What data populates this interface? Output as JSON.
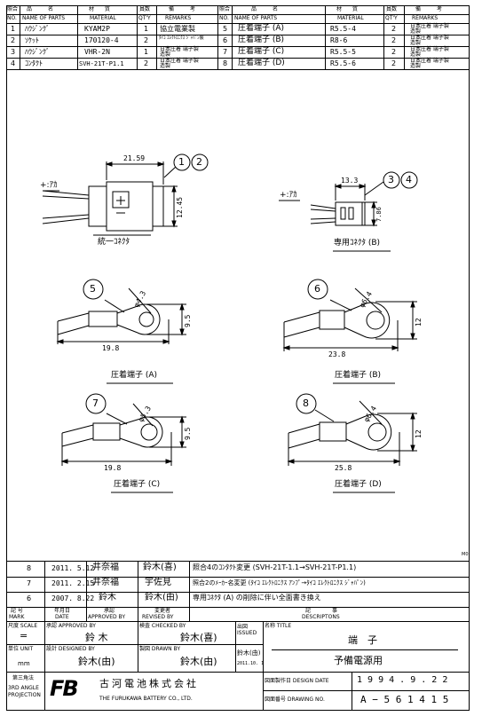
{
  "parts_header": {
    "no": "照合",
    "name": "品　　　名",
    "material": "材　　質",
    "qty": "員数",
    "remarks": "備　　　考",
    "no_en": "NO.",
    "name_en": "NAME OF PARTS",
    "material_en": "MATERIAL",
    "qty_en": "QT'Y",
    "remarks_en": "REMARKS"
  },
  "parts_left": [
    {
      "no": "1",
      "name": "ﾊｳｼﾞﾝｸﾞ",
      "material": "KYAM2P",
      "qty": "1",
      "remarks": "協立電業製"
    },
    {
      "no": "2",
      "name": "ｿｹｯﾄ",
      "material": "170120-4",
      "qty": "2",
      "remarks": "ﾀｲｺ ｴﾚｸﾄﾛﾆｸｽ ｼﾞｬﾊﾟﾝ製"
    },
    {
      "no": "3",
      "name": "ﾊｳｼﾞﾝｸﾞ",
      "material": "VHR-2N",
      "qty": "1",
      "remarks": "日本圧着 端子製造製"
    },
    {
      "no": "4",
      "name": "ｺﾝﾀｸﾄ",
      "material": "SVH-21T-P1.1",
      "qty": "2",
      "remarks": "日本圧着 端子製造製"
    }
  ],
  "parts_right": [
    {
      "no": "5",
      "name": "圧着端子 (A)",
      "material": "R5.5-4",
      "qty": "2",
      "remarks": "日本圧着 端子製造製"
    },
    {
      "no": "6",
      "name": "圧着端子 (B)",
      "material": "R8-6",
      "qty": "2",
      "remarks": "日本圧着 端子製造製"
    },
    {
      "no": "7",
      "name": "圧着端子 (C)",
      "material": "R5.5-5",
      "qty": "2",
      "remarks": "日本圧着 端子製造製"
    },
    {
      "no": "8",
      "name": "圧着端子 (D)",
      "material": "R5.5-6",
      "qty": "2",
      "remarks": "日本圧着 端子製造製"
    }
  ],
  "drawing": {
    "wire_label": "+:ｱｶ",
    "dim_a_width": "21.59",
    "dim_a_height": "12.45",
    "connector_a_label": "統一ｺﾈｸﾀ",
    "dim_b_width": "13.3",
    "dim_b_height": "7.86",
    "connector_b_label": "専用ｺﾈｸﾀ (B)",
    "terminal_a_dia": "φ4.3",
    "terminal_a_len": "19.8",
    "terminal_a_w": "9.5",
    "terminal_a_label": "圧着端子 (A)",
    "terminal_b_dia": "φ6.4",
    "terminal_b_len": "23.8",
    "terminal_b_w": "12",
    "terminal_b_label": "圧着端子 (B)",
    "terminal_c_dia": "φ5.3",
    "terminal_c_len": "19.8",
    "terminal_c_w": "9.5",
    "terminal_c_label": "圧着端子 (C)",
    "terminal_d_dia": "φ6.4",
    "terminal_d_len": "25.8",
    "terminal_d_w": "12",
    "terminal_d_label": "圧着端子 (D)",
    "balloons": [
      "1",
      "2",
      "3",
      "4",
      "5",
      "6",
      "7",
      "8"
    ],
    "corner_mark": "M0"
  },
  "revisions": [
    {
      "mark": "8",
      "date": "2011. 5.12",
      "approved": "井奈福",
      "revised": "鈴木(喜)",
      "desc": "照合4のｺﾝﾀｸﾄ変更 (SVH-21T-1.1→SVH-21T-P1.1)"
    },
    {
      "mark": "7",
      "date": "2011. 2.15",
      "approved": "井奈福",
      "revised": "宇佐見",
      "desc": "照合2のﾒｰｶｰ名変更 (ﾀｲｺ ｴﾚｸﾄﾛﾆｸｽ ｱﾝﾌﾟ→ﾀｲｺ ｴﾚｸﾄﾛﾆｸｽ ｼﾞｬﾊﾟﾝ)"
    },
    {
      "mark": "6",
      "date": "2007. 8.22",
      "approved": "鈴木",
      "revised": "鈴木(由)",
      "desc": "専用ｺﾈｸﾀ (A) の削除に伴い全面書き換え"
    }
  ],
  "rev_header": {
    "mark": "記 号",
    "mark_en": "MARK",
    "date": "年月日",
    "date_en": "DATE",
    "approved": "承認",
    "approved_en": "APPROVED BY",
    "revised": "変更者",
    "revised_en": "REVISED BY",
    "desc": "記　　　　事",
    "desc_en": "DESCRIPTONS"
  },
  "title_block": {
    "scale_label": "尺度 SCALE",
    "scale_value": "=",
    "approved_label": "承認 APPROVED BY",
    "approved_value": "鈴 木",
    "checked_label": "検査 CHECKED BY",
    "checked_value": "鈴木(喜)",
    "issued_label": "出図 ISSUED",
    "issued_value": "鈴木(由)",
    "issued_date": "2011.10. 1",
    "name_label": "名称 TITLE",
    "title_main": "端　子",
    "title_sub": "予備電源用",
    "unit_label": "単位 UNIT",
    "unit_value": "mm",
    "designed_label": "設計 DESIGNED BY",
    "designed_value": "鈴木(由)",
    "drawn_label": "製図 DRAWN BY",
    "drawn_value": "鈴木(由)",
    "design_date_label": "図面製作日 DESIGN DATE",
    "design_date": "1 9 9 4 .   9 . 2 2",
    "projection_jp": "第三角法",
    "projection_en": "3RD ANGLE PROJECTION",
    "company_logo": "FB",
    "company_jp": "古河電池株式会社",
    "company_en": "THE FURUKAWA BATTERY CO., LTD.",
    "drawing_no_label": "図面番号 DRAWING NO.",
    "drawing_no": "A − 5 6 1 4 1 5"
  }
}
